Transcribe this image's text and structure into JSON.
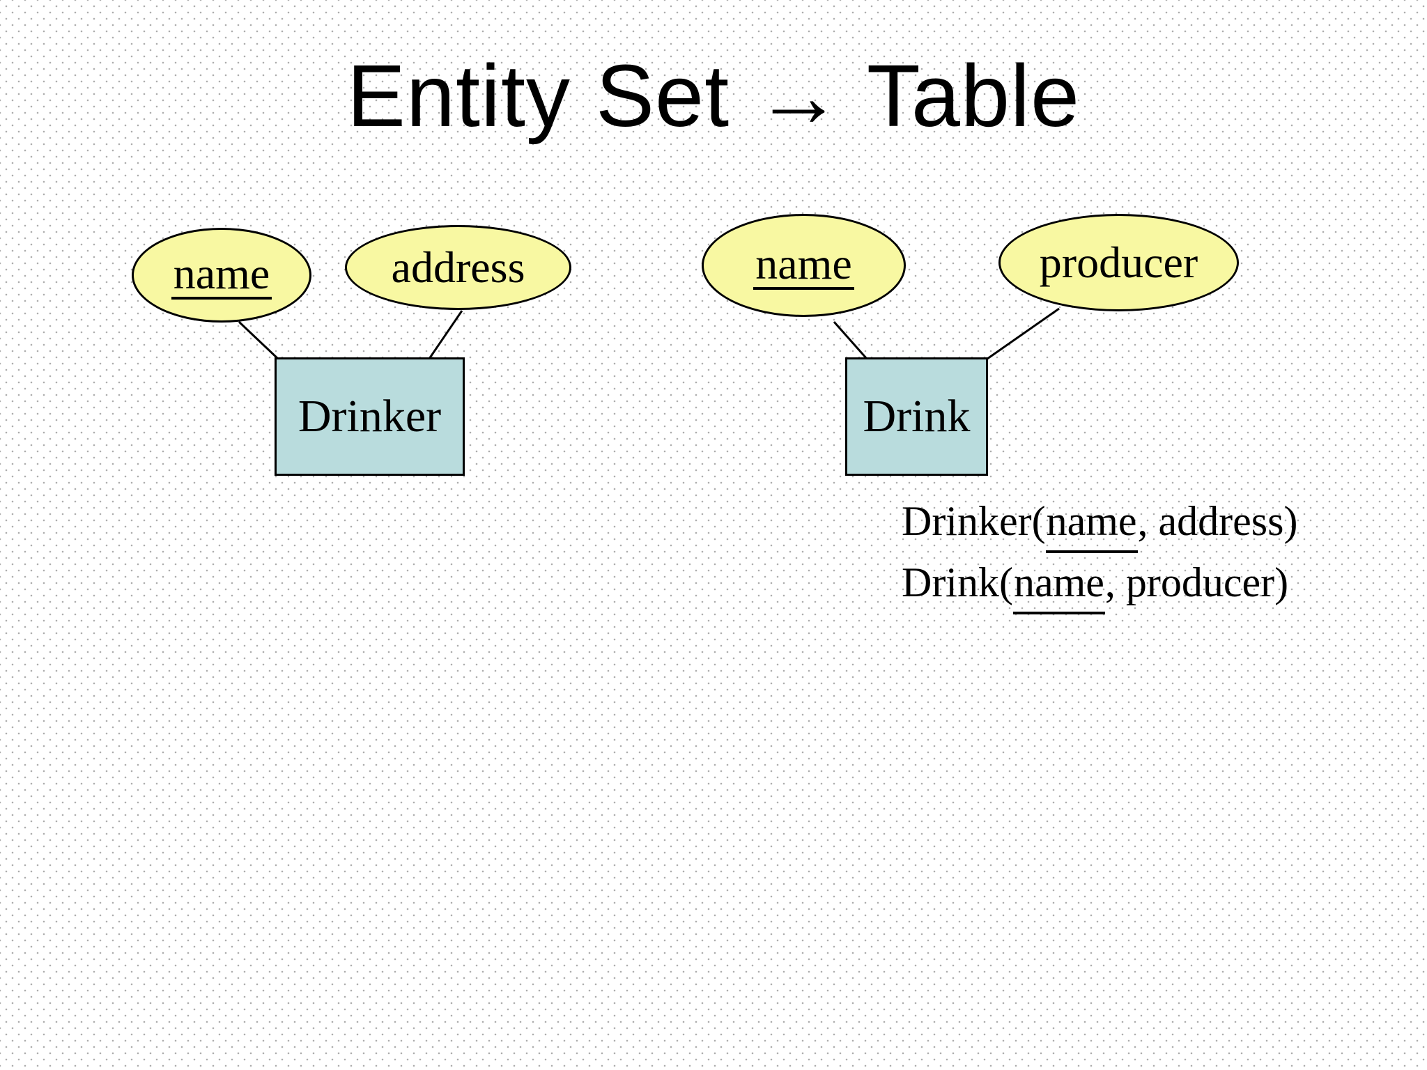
{
  "slide": {
    "title": "Entity Set → Table",
    "colors": {
      "attribute_fill": "#f8f8a2",
      "entity_fill": "#b9dcdd",
      "outline": "#000000",
      "background_dot": "#a8a8a8"
    },
    "diagrams": [
      {
        "entity": "Drinker",
        "attributes": [
          {
            "label": "name",
            "is_key": true
          },
          {
            "label": "address",
            "is_key": false
          }
        ]
      },
      {
        "entity": "Drink",
        "attributes": [
          {
            "label": "name",
            "is_key": true
          },
          {
            "label": "producer",
            "is_key": false
          }
        ]
      }
    ],
    "schema_lines": [
      {
        "prefix": "Drinker(",
        "key": "name",
        "suffix": ", address)"
      },
      {
        "prefix": "Drink(",
        "key": "name",
        "suffix": ", producer)"
      }
    ]
  }
}
